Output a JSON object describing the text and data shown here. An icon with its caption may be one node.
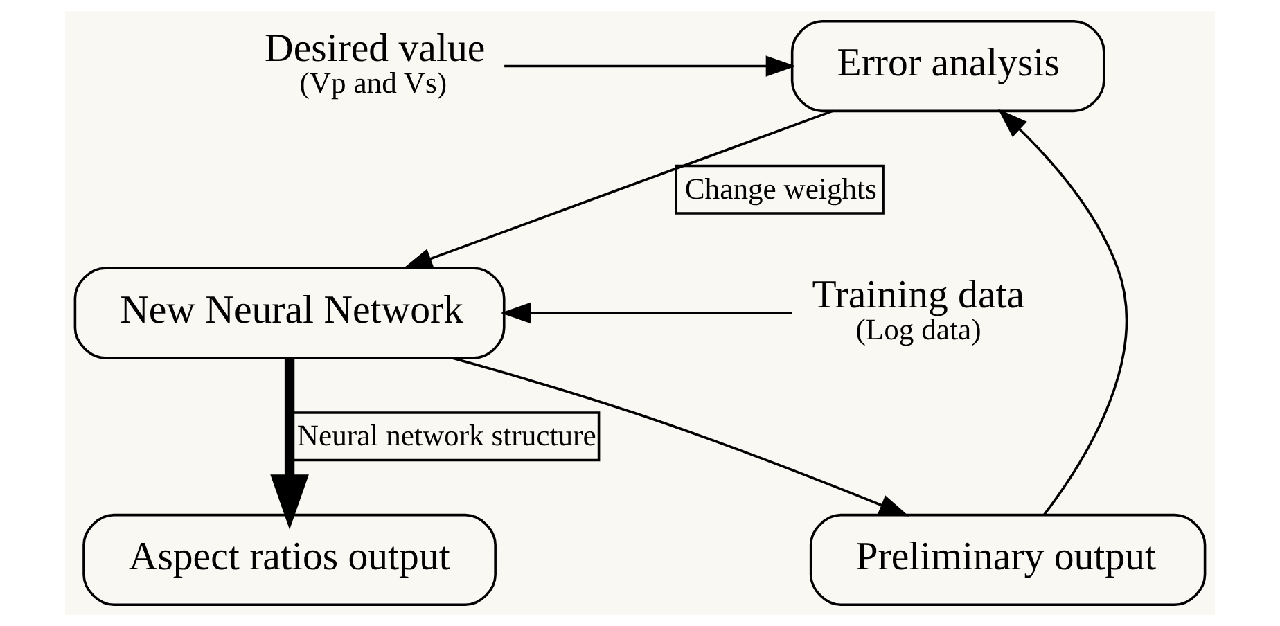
{
  "diagram": {
    "nodes": [
      {
        "text": [
          "Desired value",
          "(Vp and Vs)"
        ]
      },
      {
        "text": [
          "Error analysis"
        ]
      },
      {
        "text": [
          "Preliminary output"
        ]
      },
      {
        "text": [
          "Training data",
          "(Log data)"
        ]
      },
      {
        "text": [
          "New Neural Network"
        ]
      },
      {
        "text": [
          "Aspect ratios output"
        ]
      }
    ],
    "edges": [
      {
        "from": 0,
        "to": 1,
        "arrow": "to"
      },
      {
        "from": 2,
        "to": 1,
        "arrow": "to"
      },
      {
        "from": 1,
        "to": 4,
        "arrow": "to",
        "label": "Change weights"
      },
      {
        "from": 3,
        "to": 4,
        "arrow": "to"
      },
      {
        "from": 4,
        "to": 2,
        "arrow": "to"
      },
      {
        "from": 4,
        "to": 5,
        "arrow": "to",
        "label": "Neural network structure",
        "style": "thick"
      }
    ]
  }
}
